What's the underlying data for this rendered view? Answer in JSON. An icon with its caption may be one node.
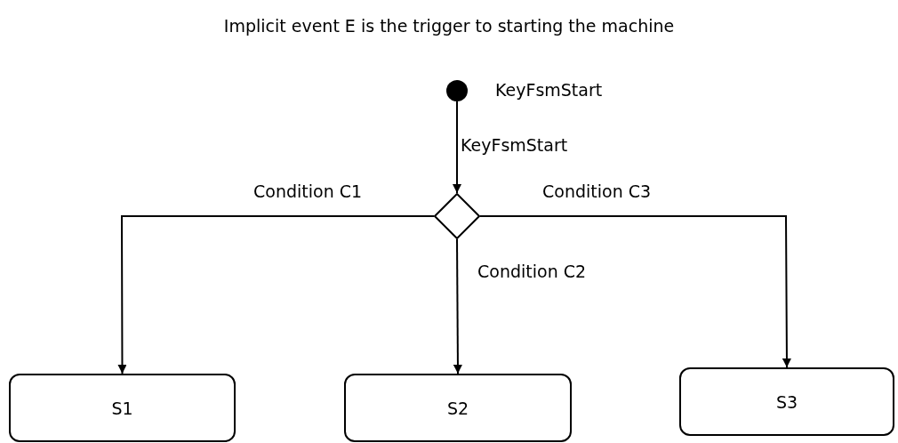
{
  "diagram": {
    "title": "Implicit event E is the trigger to starting the machine",
    "nodes": [
      {
        "text": [],
        "shape": "circle",
        "beside": [
          "KeyFsmStart"
        ]
      },
      {
        "text": [],
        "shape": "diamond"
      },
      {
        "text": [
          "S1"
        ]
      },
      {
        "text": [
          "S2"
        ]
      },
      {
        "text": [
          "S3"
        ]
      }
    ],
    "edges": [
      {
        "from": 0,
        "to": 1,
        "arrow": "to",
        "label": "KeyFsmStart"
      },
      {
        "from": 1,
        "to": 2,
        "arrow": "to",
        "label": "Condition C1"
      },
      {
        "from": 1,
        "to": 3,
        "arrow": "to",
        "label": "Condition C2"
      },
      {
        "from": 1,
        "to": 4,
        "arrow": "to",
        "label": "Condition C3"
      }
    ]
  }
}
